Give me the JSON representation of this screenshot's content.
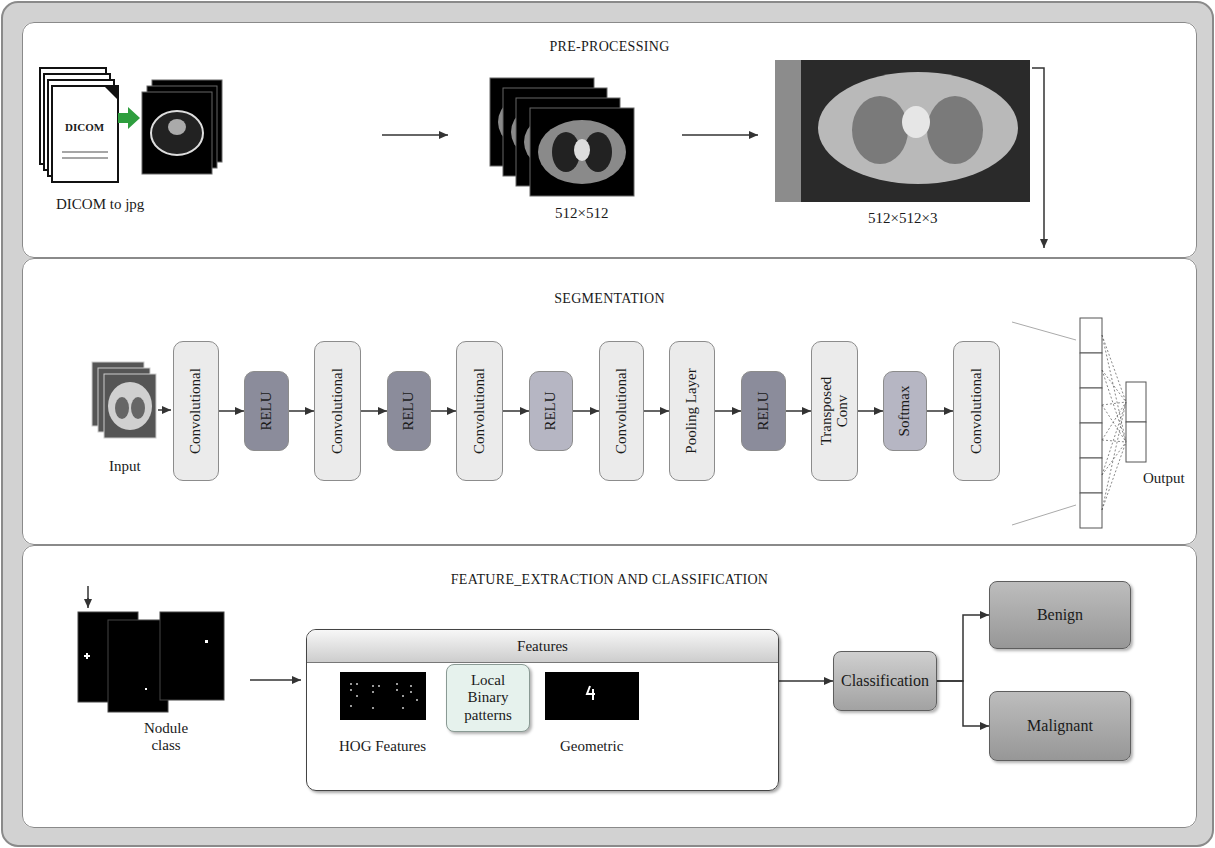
{
  "diagram": {
    "nodes": [
      {
        "text": [
          "PRE-PROCESSING"
        ]
      },
      {
        "text": [
          "SEGMENTATION"
        ]
      },
      {
        "text": [
          "Convolutional"
        ],
        "in": 1
      },
      {
        "text": [
          "RELU"
        ],
        "in": 1
      },
      {
        "text": [
          "Convolutional"
        ],
        "in": 1
      },
      {
        "text": [
          "RELU"
        ],
        "in": 1
      },
      {
        "text": [
          "Convolutional"
        ],
        "in": 1
      },
      {
        "text": [
          "RELU"
        ],
        "in": 1
      },
      {
        "text": [
          "Convolutional"
        ],
        "in": 1
      },
      {
        "text": [
          "Pooling Layer"
        ],
        "in": 1
      },
      {
        "text": [
          "RELU"
        ],
        "in": 1
      },
      {
        "text": [
          "Transposed Conv"
        ],
        "in": 1
      },
      {
        "text": [
          "Softmax"
        ],
        "in": 1
      },
      {
        "text": [
          "Convolutional"
        ],
        "in": 1
      },
      {
        "text": [
          "FEATURE_EXTRACTION AND CLASSIFICATION"
        ]
      },
      {
        "text": [
          "Features"
        ],
        "in": 14
      },
      {
        "text": [
          "Local Binary patterns"
        ],
        "in": 15
      },
      {
        "text": [
          "Classification"
        ],
        "in": 14
      },
      {
        "text": [
          "Benign"
        ],
        "in": 14
      },
      {
        "text": [
          "Malignant"
        ],
        "in": 14
      }
    ],
    "edges": [
      {
        "from": 2,
        "to": 3,
        "arrow": "to"
      },
      {
        "from": 3,
        "to": 4,
        "arrow": "to"
      },
      {
        "from": 4,
        "to": 5,
        "arrow": "to"
      },
      {
        "from": 5,
        "to": 6,
        "arrow": "to"
      },
      {
        "from": 6,
        "to": 7,
        "arrow": "to"
      },
      {
        "from": 7,
        "to": 8,
        "arrow": "to"
      },
      {
        "from": 8,
        "to": 9,
        "arrow": "to"
      },
      {
        "from": 9,
        "to": 10,
        "arrow": "to"
      },
      {
        "from": 10,
        "to": 11,
        "arrow": "to"
      },
      {
        "from": 11,
        "to": 12,
        "arrow": "to"
      },
      {
        "from": 12,
        "to": 13,
        "arrow": "to"
      },
      {
        "from": 15,
        "to": 17,
        "arrow": "to"
      },
      {
        "from": 17,
        "to": 18,
        "arrow": "to"
      },
      {
        "from": 17,
        "to": 19,
        "arrow": "to"
      }
    ],
    "labels": [
      "DICOM",
      "DICOM to jpg",
      "512×512",
      "512×512×3",
      "Input",
      "Output",
      "HOG Features",
      "Geometric",
      "Nodule class"
    ]
  }
}
